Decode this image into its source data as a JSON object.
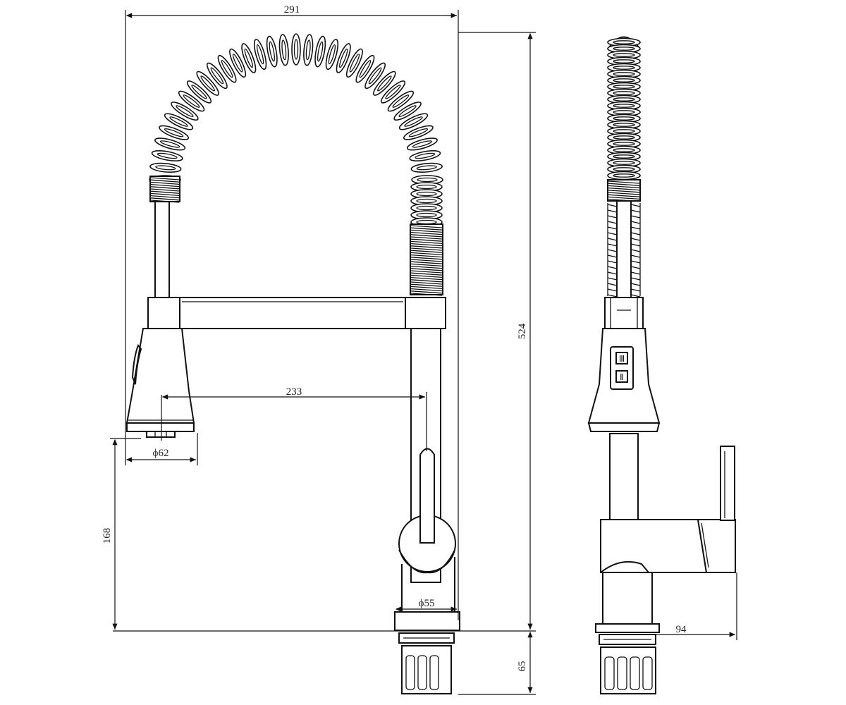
{
  "dimensions": {
    "overall_width": "291",
    "overall_height": "524",
    "spout_reach": "233",
    "spray_head_diameter": "ϕ62",
    "spray_height": "168",
    "base_diameter": "ϕ55",
    "shank_length": "65",
    "side_depth": "94"
  },
  "spray_button_labels": {
    "top": "Ⅲ",
    "bottom": "Ⅱ"
  },
  "colors": {
    "line": "#111111",
    "background": "#ffffff"
  }
}
